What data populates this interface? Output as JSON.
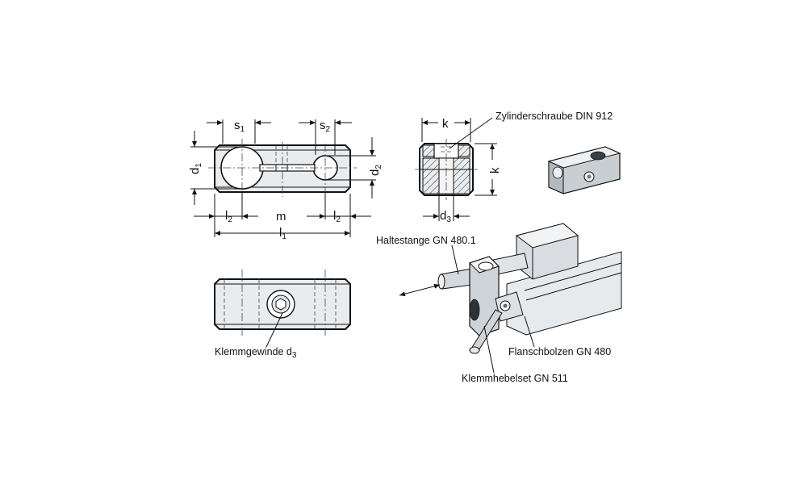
{
  "dimensions": {
    "s1": {
      "main": "s",
      "sub": "1"
    },
    "s2": {
      "main": "s",
      "sub": "2"
    },
    "d1": {
      "main": "d",
      "sub": "1"
    },
    "d2": {
      "main": "d",
      "sub": "2"
    },
    "l2_left": {
      "main": "l",
      "sub": "2"
    },
    "m": "m",
    "l2_right": {
      "main": "l",
      "sub": "2"
    },
    "l1": {
      "main": "l",
      "sub": "1"
    },
    "k_top": "k",
    "k_side": "k",
    "d3": {
      "main": "d",
      "sub": "3"
    }
  },
  "labels": {
    "screw": "Zylinderschraube DIN 912",
    "thread": {
      "main": "Klemmgewinde d",
      "sub": "3"
    },
    "rod": "Haltestange GN 480.1",
    "flange": "Flanschbolzen GN 480",
    "lever": "Klemmhebelset GN 511"
  }
}
